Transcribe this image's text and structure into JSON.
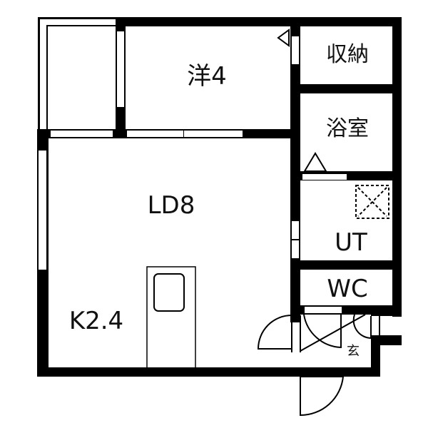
{
  "floor_plan": {
    "colors": {
      "wall": "#000000",
      "background": "#ffffff",
      "line": "#000000"
    },
    "rooms": [
      {
        "id": "western",
        "label": "洋4"
      },
      {
        "id": "storage",
        "label": "収納"
      },
      {
        "id": "bath",
        "label": "浴室"
      },
      {
        "id": "ldk",
        "label": "LD8"
      },
      {
        "id": "utility",
        "label": "UT"
      },
      {
        "id": "toilet",
        "label": "WC"
      },
      {
        "id": "kitchen",
        "label": "K2.4"
      },
      {
        "id": "entrance",
        "label": "玄"
      }
    ]
  }
}
